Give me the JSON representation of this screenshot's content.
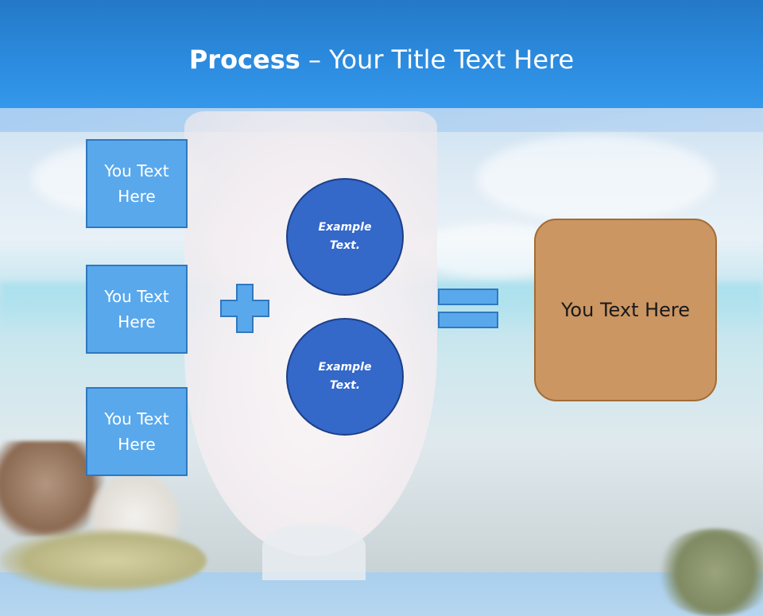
{
  "header": {
    "title_bold": "Process",
    "title_rest": " – Your Title Text Here"
  },
  "left_boxes": [
    {
      "label": "You Text\nHere"
    },
    {
      "label": "You Text\nHere"
    },
    {
      "label": "You Text\nHere"
    }
  ],
  "circles": [
    {
      "label": "Example\nText."
    },
    {
      "label": "Example\nText."
    }
  ],
  "result": {
    "label": "You Text Here"
  },
  "colors": {
    "header": "#2c8ce0",
    "box_fill": "#59a8ec",
    "circle_fill": "#3468c9",
    "result_fill": "#cb9662"
  },
  "icons": {
    "operator_plus": "plus-icon",
    "operator_equals": "equals-icon"
  }
}
